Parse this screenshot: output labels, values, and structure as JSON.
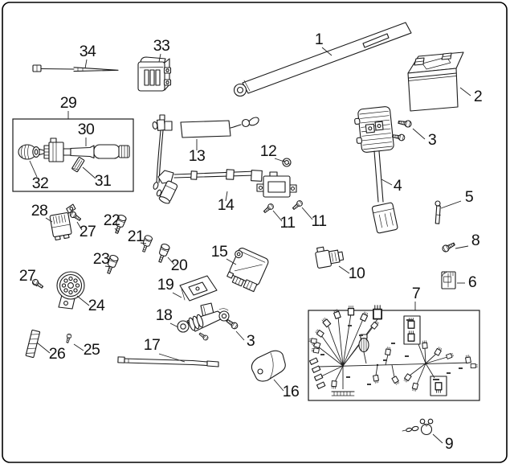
{
  "diagram": {
    "background": "#ffffff",
    "line_color": "#1a1a1a",
    "border_color": "#000000"
  },
  "callouts": {
    "c1": "1",
    "c2": "2",
    "c3a": "3",
    "c3b": "3",
    "c4": "4",
    "c5": "5",
    "c6": "6",
    "c7": "7",
    "c8": "8",
    "c9": "9",
    "c10": "10",
    "c11a": "11",
    "c11b": "11",
    "c12": "12",
    "c13": "13",
    "c14": "14",
    "c15": "15",
    "c16": "16",
    "c17": "17",
    "c18": "18",
    "c19": "19",
    "c20": "20",
    "c21": "21",
    "c22": "22",
    "c23": "23",
    "c24": "24",
    "c25": "25",
    "c26": "26",
    "c27a": "27",
    "c27b": "27",
    "c28": "28",
    "c29": "29",
    "c30": "30",
    "c31": "31",
    "c32": "32",
    "c33": "33",
    "c34": "34"
  }
}
